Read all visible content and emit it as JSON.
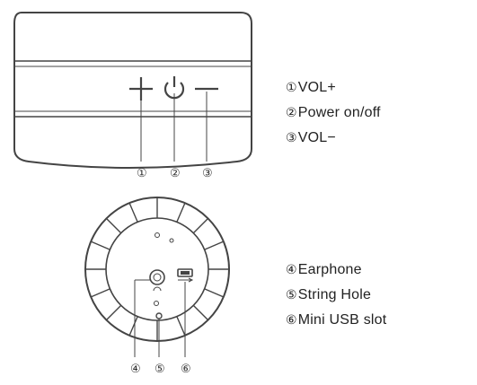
{
  "top_view": {
    "button_callouts": [
      "①",
      "②",
      "③"
    ],
    "legend": [
      {
        "num": "①",
        "label": "VOL+"
      },
      {
        "num": "②",
        "label": "Power on/off"
      },
      {
        "num": "③",
        "label": "VOL−"
      }
    ]
  },
  "bottom_view": {
    "port_callouts": [
      "④",
      "⑤",
      "⑥"
    ],
    "legend": [
      {
        "num": "④",
        "label": "Earphone"
      },
      {
        "num": "⑤",
        "label": "String Hole"
      },
      {
        "num": "⑥",
        "label": "Mini USB slot"
      }
    ]
  }
}
